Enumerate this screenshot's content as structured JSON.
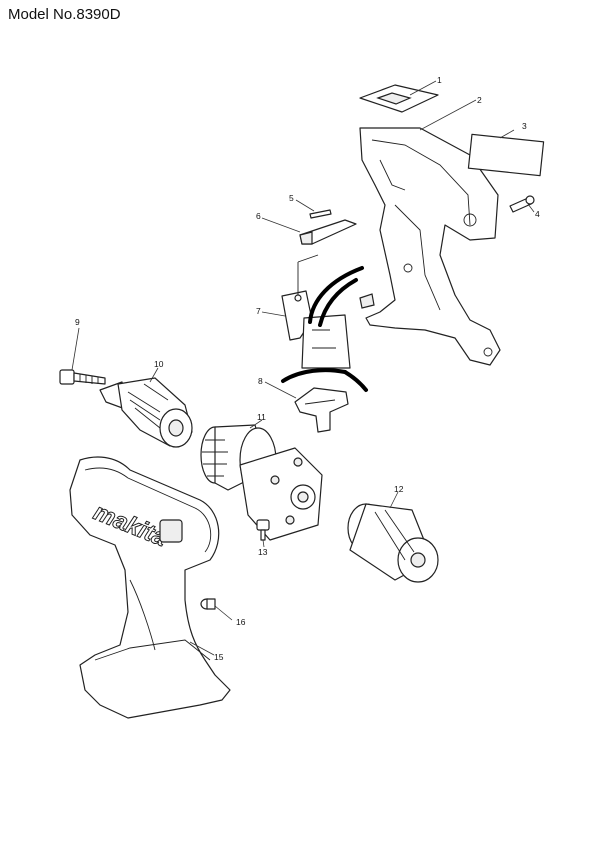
{
  "header": {
    "model": "Model No.8390D"
  },
  "brand_logo": "makita",
  "callouts": [
    {
      "id": "callout-1",
      "label": "1"
    },
    {
      "id": "callout-2",
      "label": "2"
    },
    {
      "id": "callout-3",
      "label": "3"
    },
    {
      "id": "callout-4",
      "label": "4"
    },
    {
      "id": "callout-5",
      "label": "5"
    },
    {
      "id": "callout-6",
      "label": "6"
    },
    {
      "id": "callout-7",
      "label": "7"
    },
    {
      "id": "callout-8",
      "label": "8"
    },
    {
      "id": "callout-9",
      "label": "9"
    },
    {
      "id": "callout-10",
      "label": "10"
    },
    {
      "id": "callout-11",
      "label": "11"
    },
    {
      "id": "callout-12",
      "label": "12"
    },
    {
      "id": "callout-13",
      "label": "13"
    },
    {
      "id": "callout-15",
      "label": "15"
    },
    {
      "id": "callout-16",
      "label": "16"
    }
  ]
}
